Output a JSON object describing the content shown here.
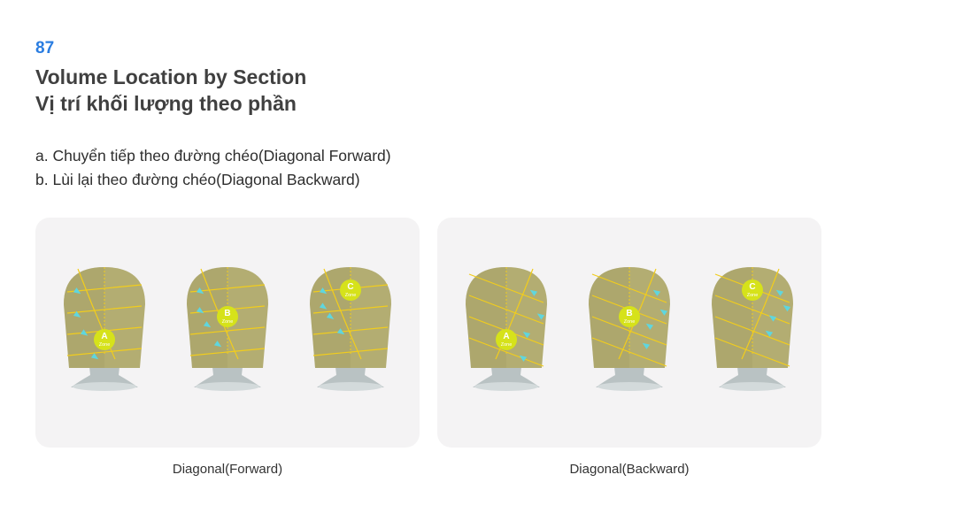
{
  "page_number": "87",
  "title_en": "Volume Location by Section",
  "title_vi": "Vị trí khối lượng theo phần",
  "items": [
    "a. Chuyển tiếp theo đường chéo(Diagonal Forward)",
    "b. Lùi lại theo đường chéo(Diagonal Backward)"
  ],
  "panels": [
    {
      "caption": "Diagonal(Forward)",
      "direction": "forward",
      "heads": [
        {
          "zone_letter": "A",
          "zone_word": "Zone",
          "zone_position": "lower-center"
        },
        {
          "zone_letter": "B",
          "zone_word": "Zone",
          "zone_position": "middle-center"
        },
        {
          "zone_letter": "C",
          "zone_word": "Zone",
          "zone_position": "upper-center"
        }
      ]
    },
    {
      "caption": "Diagonal(Backward)",
      "direction": "backward",
      "heads": [
        {
          "zone_letter": "A",
          "zone_word": "Zone",
          "zone_position": "lower-center"
        },
        {
          "zone_letter": "B",
          "zone_word": "Zone",
          "zone_position": "middle-center"
        },
        {
          "zone_letter": "C",
          "zone_word": "Zone",
          "zone_position": "upper-center"
        }
      ]
    }
  ],
  "colors": {
    "accent": "#2a7de1",
    "panel_bg": "#f4f3f4",
    "head": "#b3ad72",
    "section_line": "#f2cd1c",
    "zone_badge": "#d6e21a",
    "arrow": "#5fd6de",
    "neck": "#b9c2c3"
  }
}
